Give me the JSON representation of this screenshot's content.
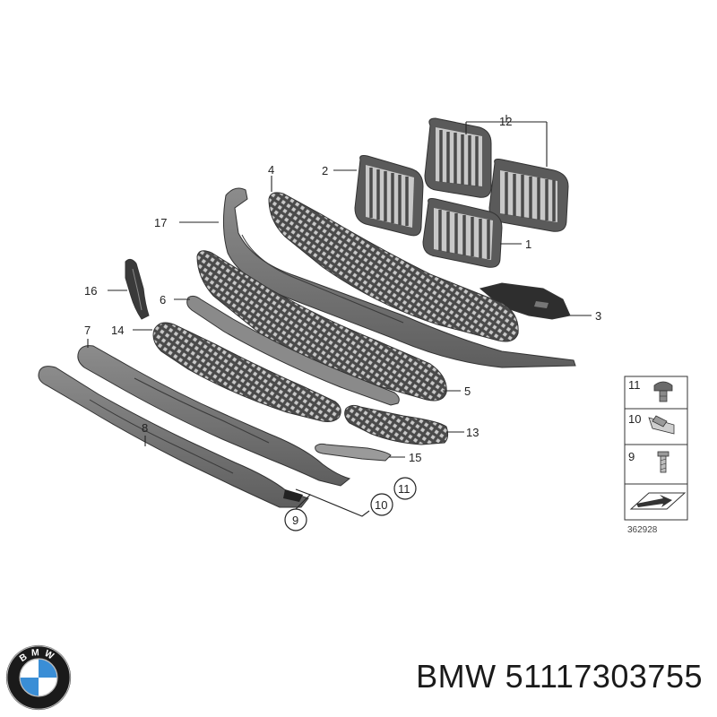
{
  "diagram": {
    "callouts": {
      "c1": "1",
      "c2": "2",
      "c3": "3",
      "c4": "4",
      "c5": "5",
      "c6": "6",
      "c7": "7",
      "c8": "8",
      "c9": "9",
      "c10": "10",
      "c11": "11",
      "c12": "12",
      "c13": "13",
      "c14": "14",
      "c15": "15",
      "c16": "16",
      "c17": "17"
    },
    "legend": {
      "l11": "11",
      "l10": "10",
      "l9": "9",
      "ref": "362928"
    }
  },
  "footer": {
    "brand": "BMW",
    "part_number": "51117303755",
    "logo_letters": "BMW"
  },
  "colors": {
    "part_dark": "#3a3a3a",
    "part_mid": "#7a7a7a",
    "part_light": "#a8a8a8",
    "logo_blue": "#3a8ed6"
  }
}
